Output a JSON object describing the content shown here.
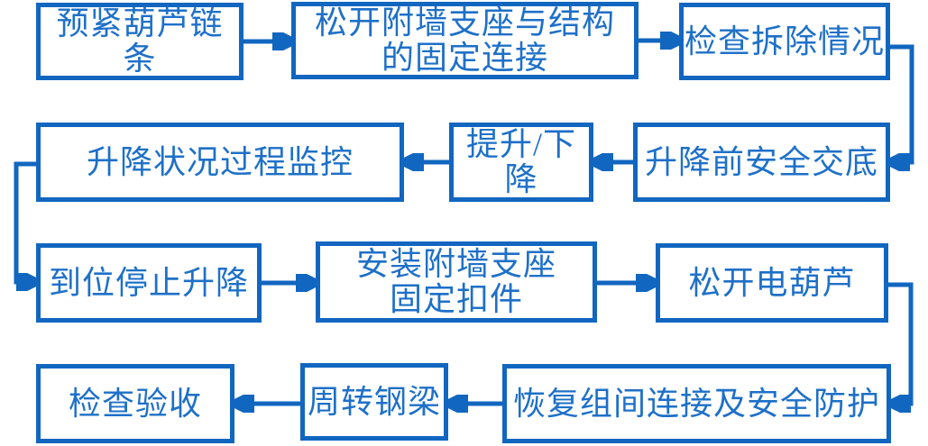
{
  "diagram": {
    "type": "flowchart",
    "accent_color": "#1166c0",
    "text_color": "#1e70c8",
    "nodes": [
      {
        "id": "pretension-hoist-chain",
        "label": "预紧葫芦链条"
      },
      {
        "id": "release-wall-bracket-connection",
        "label": "松开附墙支座与结构\n的固定连接"
      },
      {
        "id": "check-removal-status",
        "label": "检查拆除情况"
      },
      {
        "id": "pre-lift-safety-briefing",
        "label": "升降前安全交底"
      },
      {
        "id": "lift-lower",
        "label": "提升/下降"
      },
      {
        "id": "lift-process-monitoring",
        "label": "升降状况过程监控"
      },
      {
        "id": "stop-lift-at-position",
        "label": "到位停止升降"
      },
      {
        "id": "install-wall-bracket-fasteners",
        "label": "安装附墙支座\n固定扣件"
      },
      {
        "id": "release-electric-hoist",
        "label": "松开电葫芦"
      },
      {
        "id": "restore-connections-safety",
        "label": "恢复组间连接及安全防护"
      },
      {
        "id": "transfer-steel-beam",
        "label": "周转钢梁"
      },
      {
        "id": "inspection-acceptance",
        "label": "检查验收"
      }
    ],
    "edges": [
      {
        "from": "pretension-hoist-chain",
        "to": "release-wall-bracket-connection"
      },
      {
        "from": "release-wall-bracket-connection",
        "to": "check-removal-status"
      },
      {
        "from": "check-removal-status",
        "to": "pre-lift-safety-briefing"
      },
      {
        "from": "pre-lift-safety-briefing",
        "to": "lift-lower"
      },
      {
        "from": "lift-lower",
        "to": "lift-process-monitoring"
      },
      {
        "from": "lift-process-monitoring",
        "to": "stop-lift-at-position"
      },
      {
        "from": "stop-lift-at-position",
        "to": "install-wall-bracket-fasteners"
      },
      {
        "from": "install-wall-bracket-fasteners",
        "to": "release-electric-hoist"
      },
      {
        "from": "release-electric-hoist",
        "to": "restore-connections-safety"
      },
      {
        "from": "restore-connections-safety",
        "to": "transfer-steel-beam"
      },
      {
        "from": "transfer-steel-beam",
        "to": "inspection-acceptance"
      }
    ]
  }
}
